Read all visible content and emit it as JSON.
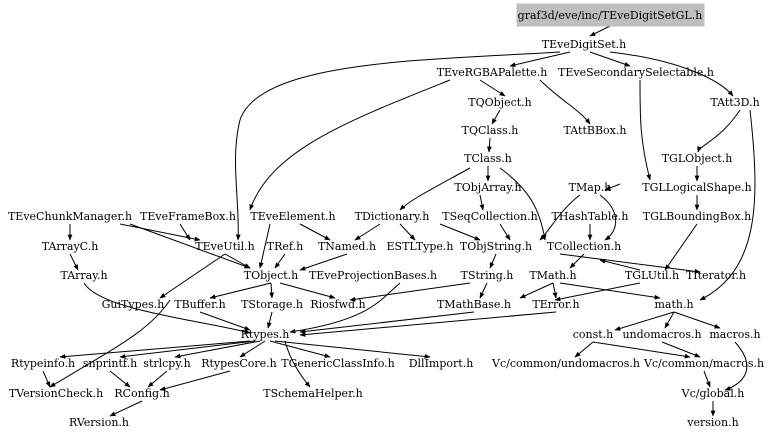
{
  "diagram": {
    "root": "graf3d/eve/inc/TEveDigitSetGL.h",
    "nodes": [
      {
        "id": "TEveDigitSet",
        "label": "TEveDigitSet.h"
      },
      {
        "id": "TEveRGBAPalette",
        "label": "TEveRGBAPalette.h"
      },
      {
        "id": "TEveSecondarySelectable",
        "label": "TEveSecondarySelectable.h"
      },
      {
        "id": "TAtt3D",
        "label": "TAtt3D.h"
      },
      {
        "id": "TQObject",
        "label": "TQObject.h"
      },
      {
        "id": "TQClass",
        "label": "TQClass.h"
      },
      {
        "id": "TAttBBox",
        "label": "TAttBBox.h"
      },
      {
        "id": "TClass",
        "label": "TClass.h"
      },
      {
        "id": "TGLObject",
        "label": "TGLObject.h"
      },
      {
        "id": "TObjArray",
        "label": "TObjArray.h"
      },
      {
        "id": "TMap",
        "label": "TMap.h"
      },
      {
        "id": "TGLLogicalShape",
        "label": "TGLLogicalShape.h"
      },
      {
        "id": "TEveChunkManager",
        "label": "TEveChunkManager.h"
      },
      {
        "id": "TEveFrameBox",
        "label": "TEveFrameBox.h"
      },
      {
        "id": "TEveElement",
        "label": "TEveElement.h"
      },
      {
        "id": "TDictionary",
        "label": "TDictionary.h"
      },
      {
        "id": "TSeqCollection",
        "label": "TSeqCollection.h"
      },
      {
        "id": "THashTable",
        "label": "THashTable.h"
      },
      {
        "id": "TGLBoundingBox",
        "label": "TGLBoundingBox.h"
      },
      {
        "id": "TArrayC",
        "label": "TArrayC.h"
      },
      {
        "id": "TEveUtil",
        "label": "TEveUtil.h"
      },
      {
        "id": "TRef",
        "label": "TRef.h"
      },
      {
        "id": "TNamed",
        "label": "TNamed.h"
      },
      {
        "id": "ESTLType",
        "label": "ESTLType.h"
      },
      {
        "id": "TObjString",
        "label": "TObjString.h"
      },
      {
        "id": "TCollection",
        "label": "TCollection.h"
      },
      {
        "id": "TArray",
        "label": "TArray.h"
      },
      {
        "id": "TObject",
        "label": "TObject.h"
      },
      {
        "id": "TEveProjectionBases",
        "label": "TEveProjectionBases.h"
      },
      {
        "id": "TString",
        "label": "TString.h"
      },
      {
        "id": "TMath",
        "label": "TMath.h"
      },
      {
        "id": "TGLUtil",
        "label": "TGLUtil.h"
      },
      {
        "id": "TIterator",
        "label": "TIterator.h"
      },
      {
        "id": "GuiTypes",
        "label": "GuiTypes.h"
      },
      {
        "id": "TBuffer",
        "label": "TBuffer.h"
      },
      {
        "id": "TStorage",
        "label": "TStorage.h"
      },
      {
        "id": "Riosfwd",
        "label": "Riosfwd.h"
      },
      {
        "id": "TMathBase",
        "label": "TMathBase.h"
      },
      {
        "id": "TError",
        "label": "TError.h"
      },
      {
        "id": "math",
        "label": "math.h"
      },
      {
        "id": "Rtypes",
        "label": "Rtypes.h"
      },
      {
        "id": "const",
        "label": "const.h"
      },
      {
        "id": "undomacros",
        "label": "undomacros.h"
      },
      {
        "id": "macros",
        "label": "macros.h"
      },
      {
        "id": "Rtypeinfo",
        "label": "Rtypeinfo.h"
      },
      {
        "id": "snprintf",
        "label": "snprintf.h"
      },
      {
        "id": "strlcpy",
        "label": "strlcpy.h"
      },
      {
        "id": "RtypesCore",
        "label": "RtypesCore.h"
      },
      {
        "id": "TGenericClassInfo",
        "label": "TGenericClassInfo.h"
      },
      {
        "id": "DllImport",
        "label": "DllImport.h"
      },
      {
        "id": "VcUndomacros",
        "label": "Vc/common/undomacros.h"
      },
      {
        "id": "VcMacros",
        "label": "Vc/common/macros.h"
      },
      {
        "id": "TVersionCheck",
        "label": "TVersionCheck.h"
      },
      {
        "id": "RConfig",
        "label": "RConfig.h"
      },
      {
        "id": "TSchemaHelper",
        "label": "TSchemaHelper.h"
      },
      {
        "id": "VcGlobal",
        "label": "Vc/global.h"
      },
      {
        "id": "RVersion",
        "label": "RVersion.h"
      },
      {
        "id": "version",
        "label": "version.h"
      }
    ]
  }
}
